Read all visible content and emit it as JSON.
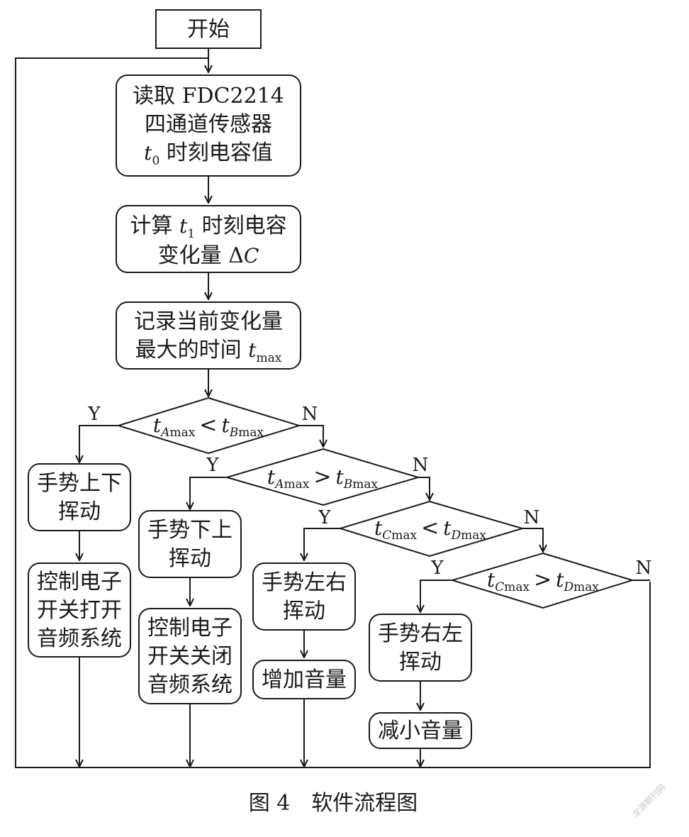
{
  "start": "开始",
  "read_box": {
    "line1": "读取 FDC2214",
    "line2": "四通道传感器",
    "line3_var": "t",
    "line3_sub": "0",
    "line3_text": " 时刻电容值"
  },
  "calc_box": {
    "line1_text": "计算 ",
    "line1_var": "t",
    "line1_sub": "1",
    "line1_rest": " 时刻电容",
    "line2_text": "变化量 Δ",
    "line2_var": "C"
  },
  "record_box": {
    "line1": "记录当前变化量",
    "line2_text": "最大的时间 ",
    "line2_var": "t",
    "line2_sub": "max"
  },
  "decisions": [
    {
      "left_var": "t",
      "left_sub_i": "A",
      "left_sub": "max",
      "op": "<",
      "right_var": "t",
      "right_sub_i": "B",
      "right_sub": "max",
      "yes": "Y",
      "no": "N"
    },
    {
      "left_var": "t",
      "left_sub_i": "A",
      "left_sub": "max",
      "op": ">",
      "right_var": "t",
      "right_sub_i": "B",
      "right_sub": "max",
      "yes": "Y",
      "no": "N"
    },
    {
      "left_var": "t",
      "left_sub_i": "C",
      "left_sub": "max",
      "op": "<",
      "right_var": "t",
      "right_sub_i": "D",
      "right_sub": "max",
      "yes": "Y",
      "no": "N"
    },
    {
      "left_var": "t",
      "left_sub_i": "C",
      "left_sub": "max",
      "op": ">",
      "right_var": "t",
      "right_sub_i": "D",
      "right_sub": "max",
      "yes": "Y",
      "no": "N"
    }
  ],
  "branches": [
    {
      "gesture": [
        "手势上下",
        "挥动"
      ],
      "action": [
        "控制电子",
        "开关打开",
        "音频系统"
      ]
    },
    {
      "gesture": [
        "手势下上",
        "挥动"
      ],
      "action": [
        "控制电子",
        "开关关闭",
        "音频系统"
      ]
    },
    {
      "gesture": [
        "手势左右",
        "挥动"
      ],
      "action": [
        "增加音量"
      ]
    },
    {
      "gesture": [
        "手势右左",
        "挥动"
      ],
      "action": [
        "减小音量"
      ]
    }
  ],
  "caption": "图 4　软件流程图",
  "watermark": "龙源期刊网"
}
